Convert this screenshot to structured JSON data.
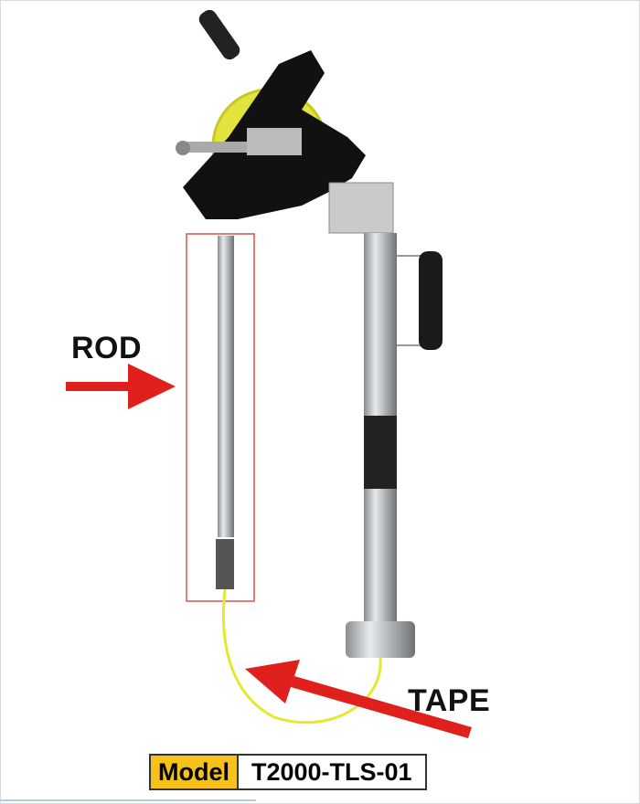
{
  "annotations": {
    "rod": "ROD",
    "tape": "TAPE"
  },
  "model": {
    "label": "Model",
    "value": "T2000-TLS-01"
  },
  "colors": {
    "arrow": "#e0201c",
    "highlight_box": "#d9534f",
    "model_label_bg": "#f6c21a",
    "tape": "#e6e830"
  }
}
